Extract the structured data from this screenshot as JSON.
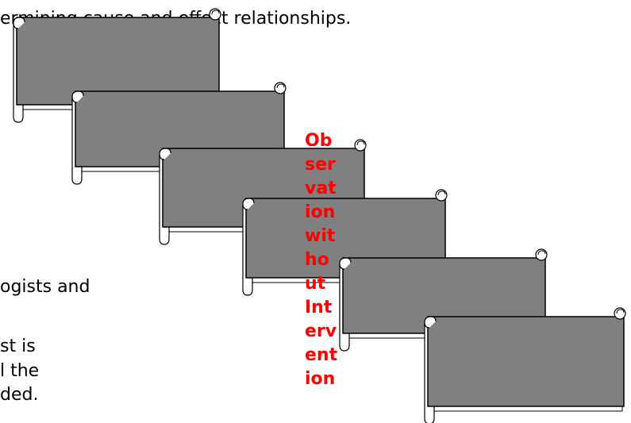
{
  "text": {
    "top_line": "ermining cause and effect relationships.",
    "left_fragments": [
      "ogists and",
      "st is",
      "l the",
      "ded."
    ]
  },
  "label": {
    "lines": [
      "Ob",
      "ser",
      "vat",
      "ion",
      "wit",
      "ho",
      "ut",
      "Int",
      "erv",
      "ent",
      "ion"
    ],
    "color": "#ff0000"
  },
  "scrolls": {
    "count": 6,
    "fill_color": "#808080",
    "shadow_color": "#ffffff",
    "outline_color": "#000000"
  }
}
